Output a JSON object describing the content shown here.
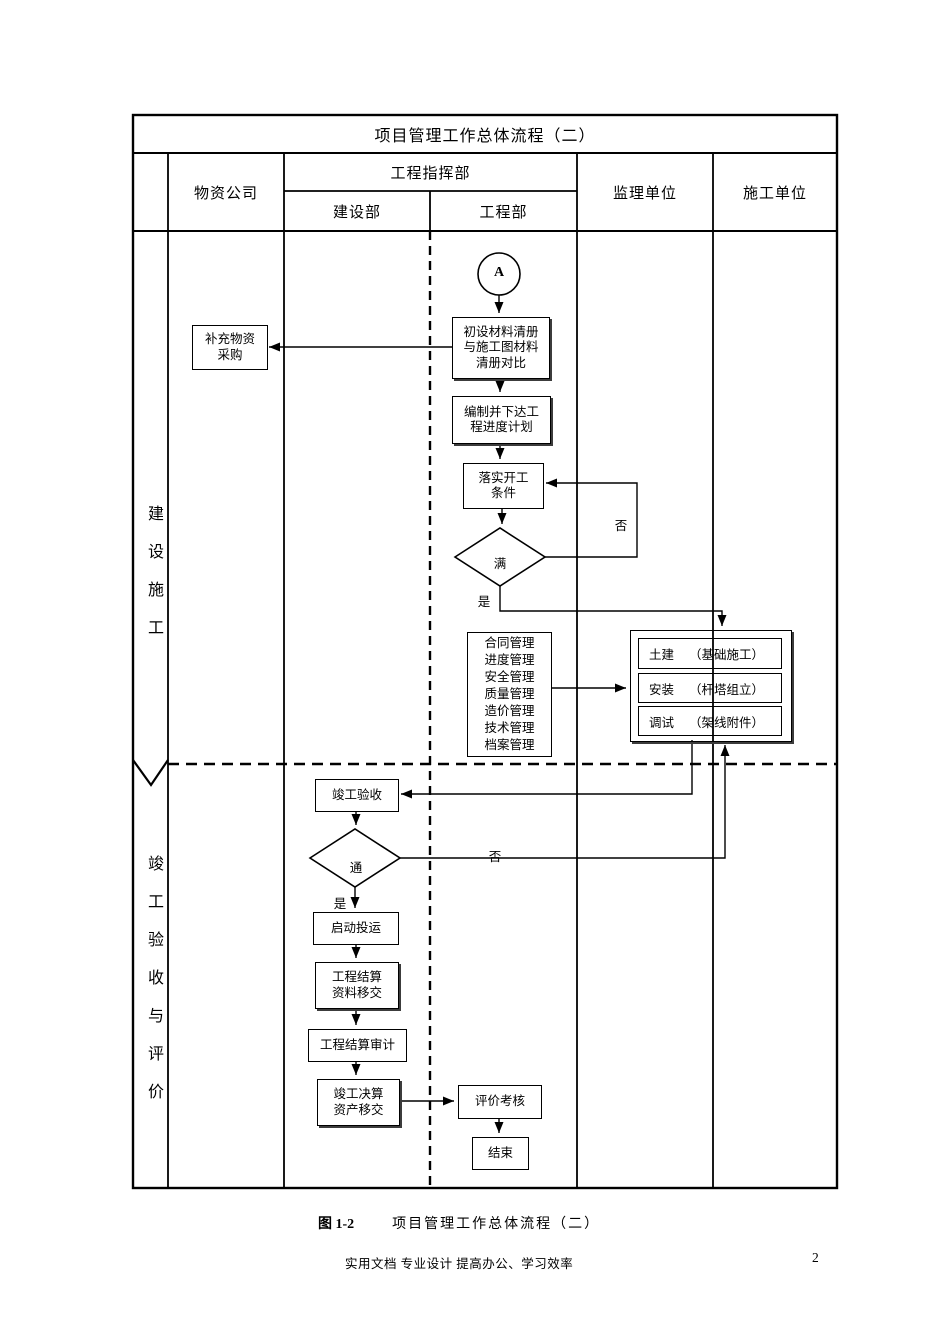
{
  "title": "项目管理工作总体流程（二）",
  "header": {
    "materials": "物资公司",
    "command": "工程指挥部",
    "construction_dept": "建设部",
    "engineering_dept": "工程部",
    "supervision": "监理单位",
    "contractor": "施工单位"
  },
  "phases": {
    "construction": "建设施工",
    "acceptance_eval": "竣工验收与评价"
  },
  "nodes": {
    "start": "A",
    "compare": "初设材料清册\n与施工图材料\n清册对比",
    "supplement": "补充物资\n采购",
    "plan": "编制并下达工\n程进度计划",
    "conditions": "落实开工\n条件",
    "cond_check": "满",
    "management": "合同管理\n进度管理\n安全管理\n质量管理\n造价管理\n技术管理\n档案管理",
    "civil": {
      "name": "土建",
      "detail": "（基础施工）"
    },
    "install": {
      "name": "安装",
      "detail": "（杆塔组立）"
    },
    "debug": {
      "name": "调试",
      "detail": "（架线附件）"
    },
    "acceptance": "竣工验收",
    "pass_check": "通",
    "startup": "启动投运",
    "settlement": "工程结算\n资料移交",
    "audit": "工程结算审计",
    "final_accounts": "竣工决算\n资产移交",
    "evaluation": "评价考核",
    "end": "结束"
  },
  "edge_labels": {
    "yes": "是",
    "no": "否"
  },
  "caption": {
    "prefix": "图 1-2",
    "text": "项目管理工作总体流程（二）"
  },
  "footer": {
    "text": "实用文档 专业设计 提高办公、学习效率",
    "page": "2"
  },
  "colors": {
    "ink": "#000000",
    "paper": "#ffffff"
  }
}
